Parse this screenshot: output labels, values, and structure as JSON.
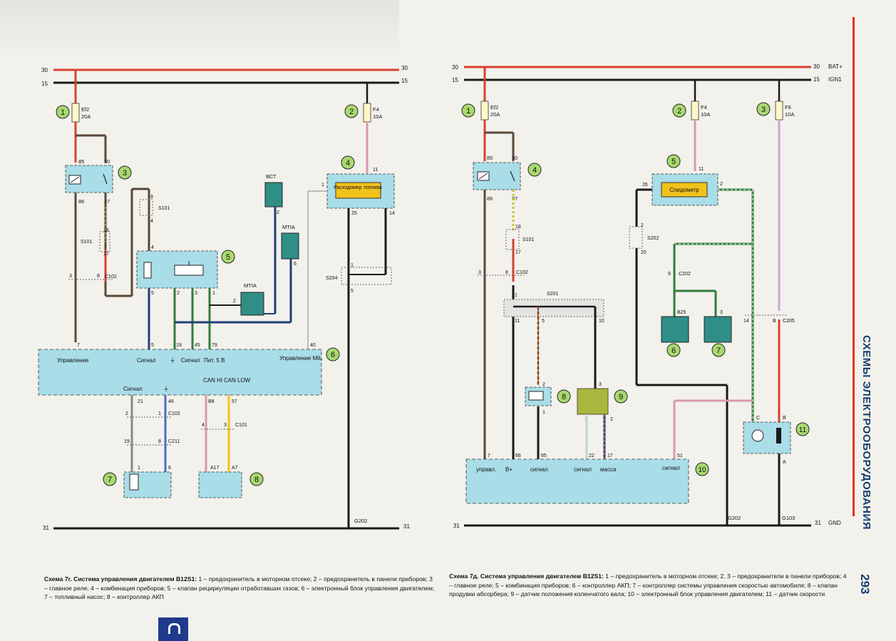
{
  "left": {
    "bus": {
      "b30": "30",
      "b15": "15",
      "b31": "31"
    },
    "numbers": [
      "1",
      "2",
      "3",
      "4",
      "5",
      "6",
      "7",
      "8"
    ],
    "fuses": [
      {
        "name": "Ef2",
        "rating": "20A"
      },
      {
        "name": "F4",
        "rating": "10A"
      }
    ],
    "relay_pins": {
      "p85": "85",
      "p30": "30",
      "p86": "86",
      "p87": "87"
    },
    "connectors": {
      "s101": "S101",
      "c102": "C102",
      "s204": "S204",
      "c211": "C211",
      "c101": "C101",
      "g202": "G202"
    },
    "pins": [
      "8",
      "4",
      "18",
      "17",
      "3",
      "8",
      "4",
      "5",
      "2",
      "3",
      "1",
      "2",
      "6",
      "2",
      "1",
      "11",
      "25",
      "14",
      "1",
      "5",
      "7",
      "5",
      "19",
      "45",
      "79",
      "40",
      "21",
      "46",
      "2",
      "1",
      "19",
      "8",
      "B8",
      "57",
      "4",
      "3",
      "A17",
      "A7",
      "1",
      "6"
    ],
    "fuel_meter": "Расходомер топлива",
    "sensors": {
      "bct": "ВСТ",
      "mtia1": "МТІА",
      "mtia2": "МТІА"
    },
    "ecu_labels": {
      "control": "Управление",
      "signal": "Сигнал",
      "ground_signal": "Сигнал",
      "power": "Пит. 5 В",
      "mil": "Управление MIL",
      "signal2": "Сигнал",
      "can_hi": "CAN HI",
      "can_low": "CAN LOW"
    }
  },
  "right": {
    "bus": {
      "b30": "30",
      "b15": "15",
      "b31": "31",
      "bat": "BAT+",
      "ign": "IGN1",
      "gnd": "GND"
    },
    "numbers": [
      "1",
      "2",
      "3",
      "4",
      "5",
      "6",
      "7",
      "8",
      "9",
      "10",
      "11"
    ],
    "fuses": [
      {
        "name": "Ef2",
        "rating": "20A"
      },
      {
        "name": "F4",
        "rating": "10A"
      },
      {
        "name": "F6",
        "rating": "10A"
      }
    ],
    "relay_pins": {
      "p85": "85",
      "p30": "30",
      "p86": "86",
      "p87": "87"
    },
    "connectors": {
      "s101": "S101",
      "c102": "C102",
      "s201": "S201",
      "s202": "S202",
      "c202": "C202",
      "c205": "C205",
      "g202": "G202",
      "g103": "G103"
    },
    "pins": [
      "18",
      "17",
      "3",
      "8",
      "11",
      "1",
      "11",
      "5",
      "10",
      "2",
      "1",
      "3",
      "1",
      "2",
      "26",
      "2",
      "2",
      "20",
      "9",
      "B25",
      "3",
      "14",
      "B",
      "C",
      "B",
      "A",
      "7",
      "66",
      "65",
      "22",
      "17",
      "51"
    ],
    "speedo": "Спидометр",
    "ecu_labels": {
      "control": "управл.",
      "bplus": "В+",
      "signal": "сигнал",
      "signal2": "сигнал",
      "mass": "масса",
      "signal3": "сигнал"
    }
  },
  "captions": {
    "left_title": "Схема 7г. Система управления двигателем В12S1:",
    "left_text": " 1 – предохранитель в моторном отсеке; 2 – предохранитель в панели приборов; 3 – главное реле; 4 – комбинация приборов; 5 – клапан рециркуляции отработавших газов; 6 – электронный блок управления двигателем; 7 – топливный насос; 8 – контроллер АКП",
    "right_title": "Схема 7д. Система управления двигателем В12S1:",
    "right_text": " 1 – предохранитель в моторном отсеке; 2, 3 – предохранители в панели приборов; 4 – главное реле; 5 – комбинация приборов; 6 – контроллер АКП; 7 – контроллер системы управления скоростью автомобиля; 8 – клапан продувки абсорбера; 9 – датчик положения коленчатого вала; 10 – электронный блок управления двигателем; 11 – датчик скорости"
  },
  "side": {
    "title": "СХЕМЫ ЭЛЕКТРООБОРУДОВАНИЯ",
    "page": "293"
  },
  "colors": {
    "red": "#d8412e",
    "black": "#1a1a1a",
    "brown": "#5a4838",
    "blue": "#233d7a",
    "green": "#2e7d3a",
    "pink": "#d89aa8",
    "cyan": "#a9dde8",
    "yellow": "#f2c21b",
    "olive": "#a9b83c",
    "teal": "#2f8f86"
  }
}
